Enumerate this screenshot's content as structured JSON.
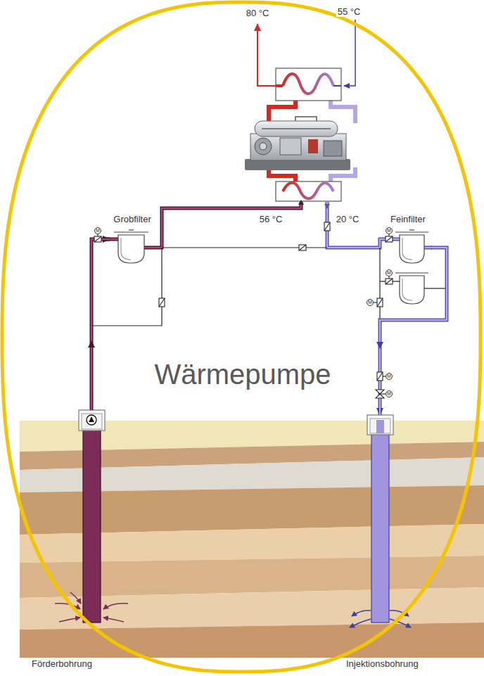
{
  "diagram": {
    "nodes": [
      {
        "text": [
          "Wärmepumpe"
        ]
      },
      {
        "text": [
          "Grobfilter"
        ],
        "in": 0
      },
      {
        "text": [
          "Feinfilter"
        ],
        "in": 0
      },
      {
        "text": [
          "Förderbohrung"
        ]
      },
      {
        "text": [
          "Injektionsbohrung"
        ]
      }
    ],
    "edges": [
      {
        "from": 3,
        "to": 1,
        "arrow": "to"
      },
      {
        "from": 2,
        "to": 4,
        "arrow": "to"
      }
    ],
    "labels": [
      "80 °C",
      "55 °C",
      "56 °C",
      "20 °C",
      "M",
      "M",
      "M",
      "M",
      "M",
      "M"
    ]
  }
}
